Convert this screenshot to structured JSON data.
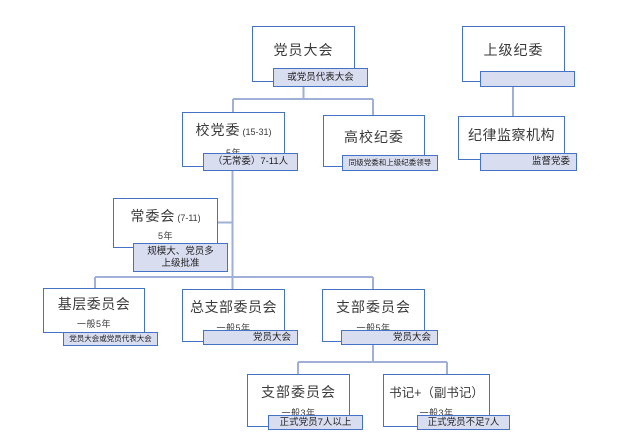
{
  "palette": {
    "box_border": "#4472C4",
    "sublabel_fill": "#D9DDF0",
    "connector": "#9FAFD6"
  },
  "nodes": [
    {
      "name": "party-members-congress",
      "title": "党员大会",
      "sub": "或党员代表大会"
    },
    {
      "name": "higher-discipline-committee",
      "title": "上级纪委",
      "sub": ""
    },
    {
      "name": "school-party-committee",
      "title": "校党委",
      "suffix": "(15-31)",
      "term": "5年",
      "sub": "（无常委）7-11人"
    },
    {
      "name": "university-discipline-committee",
      "title": "高校纪委",
      "sub": "同级党委和上级纪委领导"
    },
    {
      "name": "discipline-supervision-body",
      "title": "纪律监察机构",
      "sub": "监督党委"
    },
    {
      "name": "standing-committee",
      "title": "常委会",
      "suffix": "(7-11)",
      "term": "5年",
      "sub": "规模大、党员多",
      "sub2": "上级批准"
    },
    {
      "name": "grassroots-committee",
      "title": "基层委员会",
      "term": "一般5年",
      "sub": "党员大会或党员代表大会"
    },
    {
      "name": "general-branch-committee",
      "title": "总支部委员会",
      "term": "一般5年",
      "sub": "党员大会"
    },
    {
      "name": "branch-committee",
      "title": "支部委员会",
      "term": "一般5年",
      "sub": "党员大会"
    },
    {
      "name": "branch-committee-small",
      "title": "支部委员会",
      "term": "一般3年",
      "sub": "正式党员7人以上"
    },
    {
      "name": "secretary-deputy",
      "title": "书记+（副书记）",
      "term": "一般3年",
      "sub": "正式党员不足7人"
    }
  ]
}
